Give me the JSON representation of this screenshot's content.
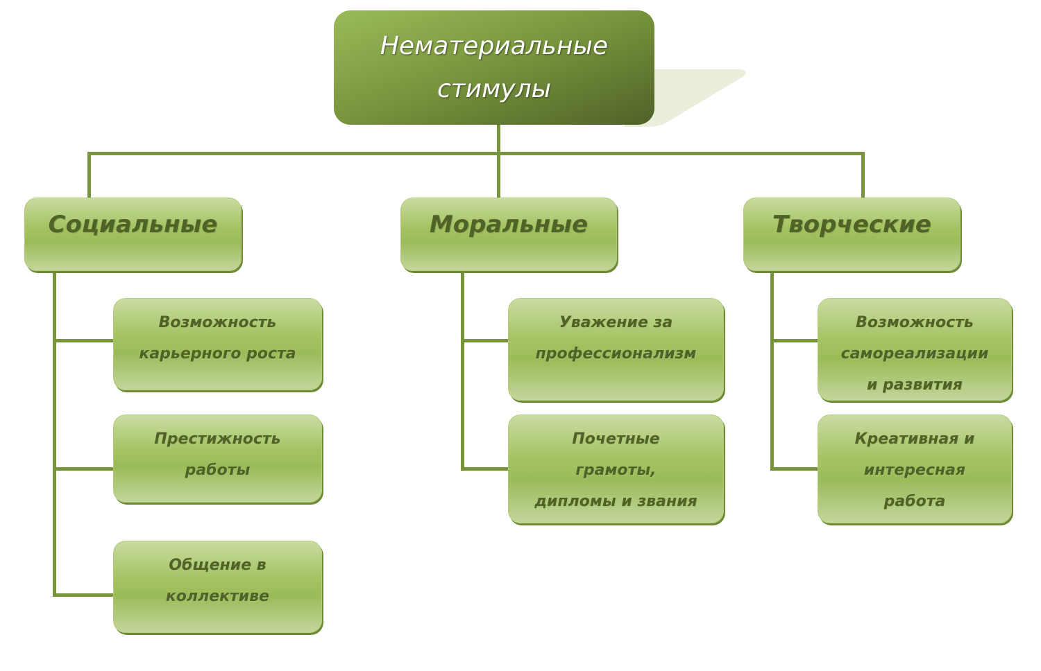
{
  "root": {
    "lines": [
      "Нематериальные",
      "стимулы"
    ]
  },
  "categories": [
    {
      "title": "Социальные",
      "items": [
        {
          "lines": [
            "Возможность",
            "карьерного роста"
          ]
        },
        {
          "lines": [
            "Престижность",
            "работы"
          ]
        },
        {
          "lines": [
            "Общение в",
            "коллективе"
          ]
        }
      ]
    },
    {
      "title": "Моральные",
      "items": [
        {
          "lines": [
            "Уважение за",
            "профессионализм"
          ]
        },
        {
          "lines": [
            "Почетные",
            "грамоты,",
            "дипломы и звания"
          ]
        }
      ]
    },
    {
      "title": "Творческие",
      "items": [
        {
          "lines": [
            "Возможность",
            "самореализации",
            "и развития"
          ]
        },
        {
          "lines": [
            "Креативная и",
            "интересная",
            "работа"
          ]
        }
      ]
    }
  ],
  "colors": {
    "connector": "#77933c",
    "text": "#4f6228",
    "root_text": "#ffffff"
  }
}
